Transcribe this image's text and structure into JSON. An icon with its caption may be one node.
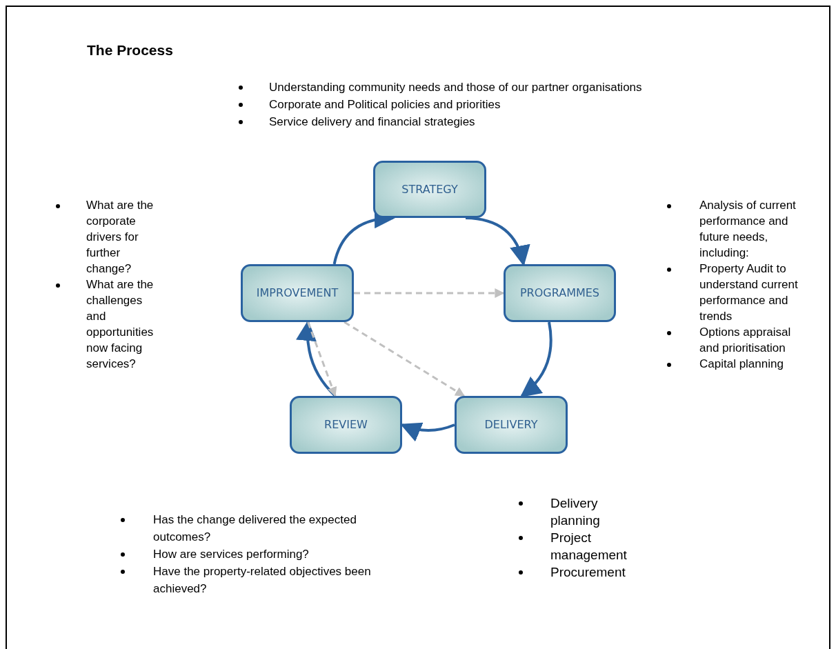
{
  "diagram": {
    "title": "The Process",
    "nodes": [
      {
        "text": [
          "STRATEGY"
        ]
      },
      {
        "text": [
          "PROGRAMMES"
        ]
      },
      {
        "text": [
          "DELIVERY"
        ]
      },
      {
        "text": [
          "REVIEW"
        ]
      },
      {
        "text": [
          "IMPROVEMENT"
        ]
      }
    ],
    "edges": [
      {
        "from": 0,
        "to": 1,
        "arrow": "to"
      },
      {
        "from": 1,
        "to": 2,
        "arrow": "to"
      },
      {
        "from": 2,
        "to": 3,
        "arrow": "to"
      },
      {
        "from": 3,
        "to": 4,
        "arrow": "to"
      },
      {
        "from": 4,
        "to": 0,
        "arrow": "to"
      },
      {
        "from": 4,
        "to": 1,
        "arrow": "to",
        "style": "dashed",
        "color": "#c0c0c0"
      },
      {
        "from": 4,
        "to": 3,
        "arrow": "to",
        "style": "dashed",
        "color": "#c0c0c0"
      },
      {
        "from": 4,
        "to": 2,
        "arrow": "to",
        "style": "dashed",
        "color": "#c0c0c0"
      }
    ],
    "labels": [
      "Understanding community needs and those of our partner organisations",
      "Corporate and Political policies and priorities",
      "Service delivery and financial strategies",
      "What are the corporate drivers for further change?",
      "What are the challenges and opportunities now facing services?",
      "Analysis of current performance and future needs, including:",
      "Property Audit to understand current performance and trends",
      "Options appraisal and prioritisation",
      "Capital planning",
      "Has the change delivered the expected outcomes?",
      "How are services performing?",
      "Have the property-related objectives been achieved?",
      "Delivery planning",
      "Project management",
      "Procurement"
    ]
  }
}
